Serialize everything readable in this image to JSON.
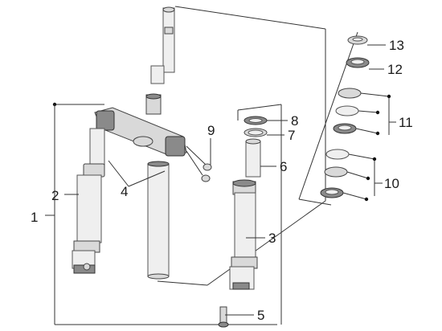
{
  "callouts": [
    "1",
    "2",
    "3",
    "4",
    "5",
    "6",
    "7",
    "8",
    "9",
    "10",
    "11",
    "12",
    "13"
  ],
  "colors": {
    "line": "#333333",
    "part_fill": "#d9d9d9",
    "part_dark": "#8a8a8a",
    "text": "#1a1a1a"
  }
}
